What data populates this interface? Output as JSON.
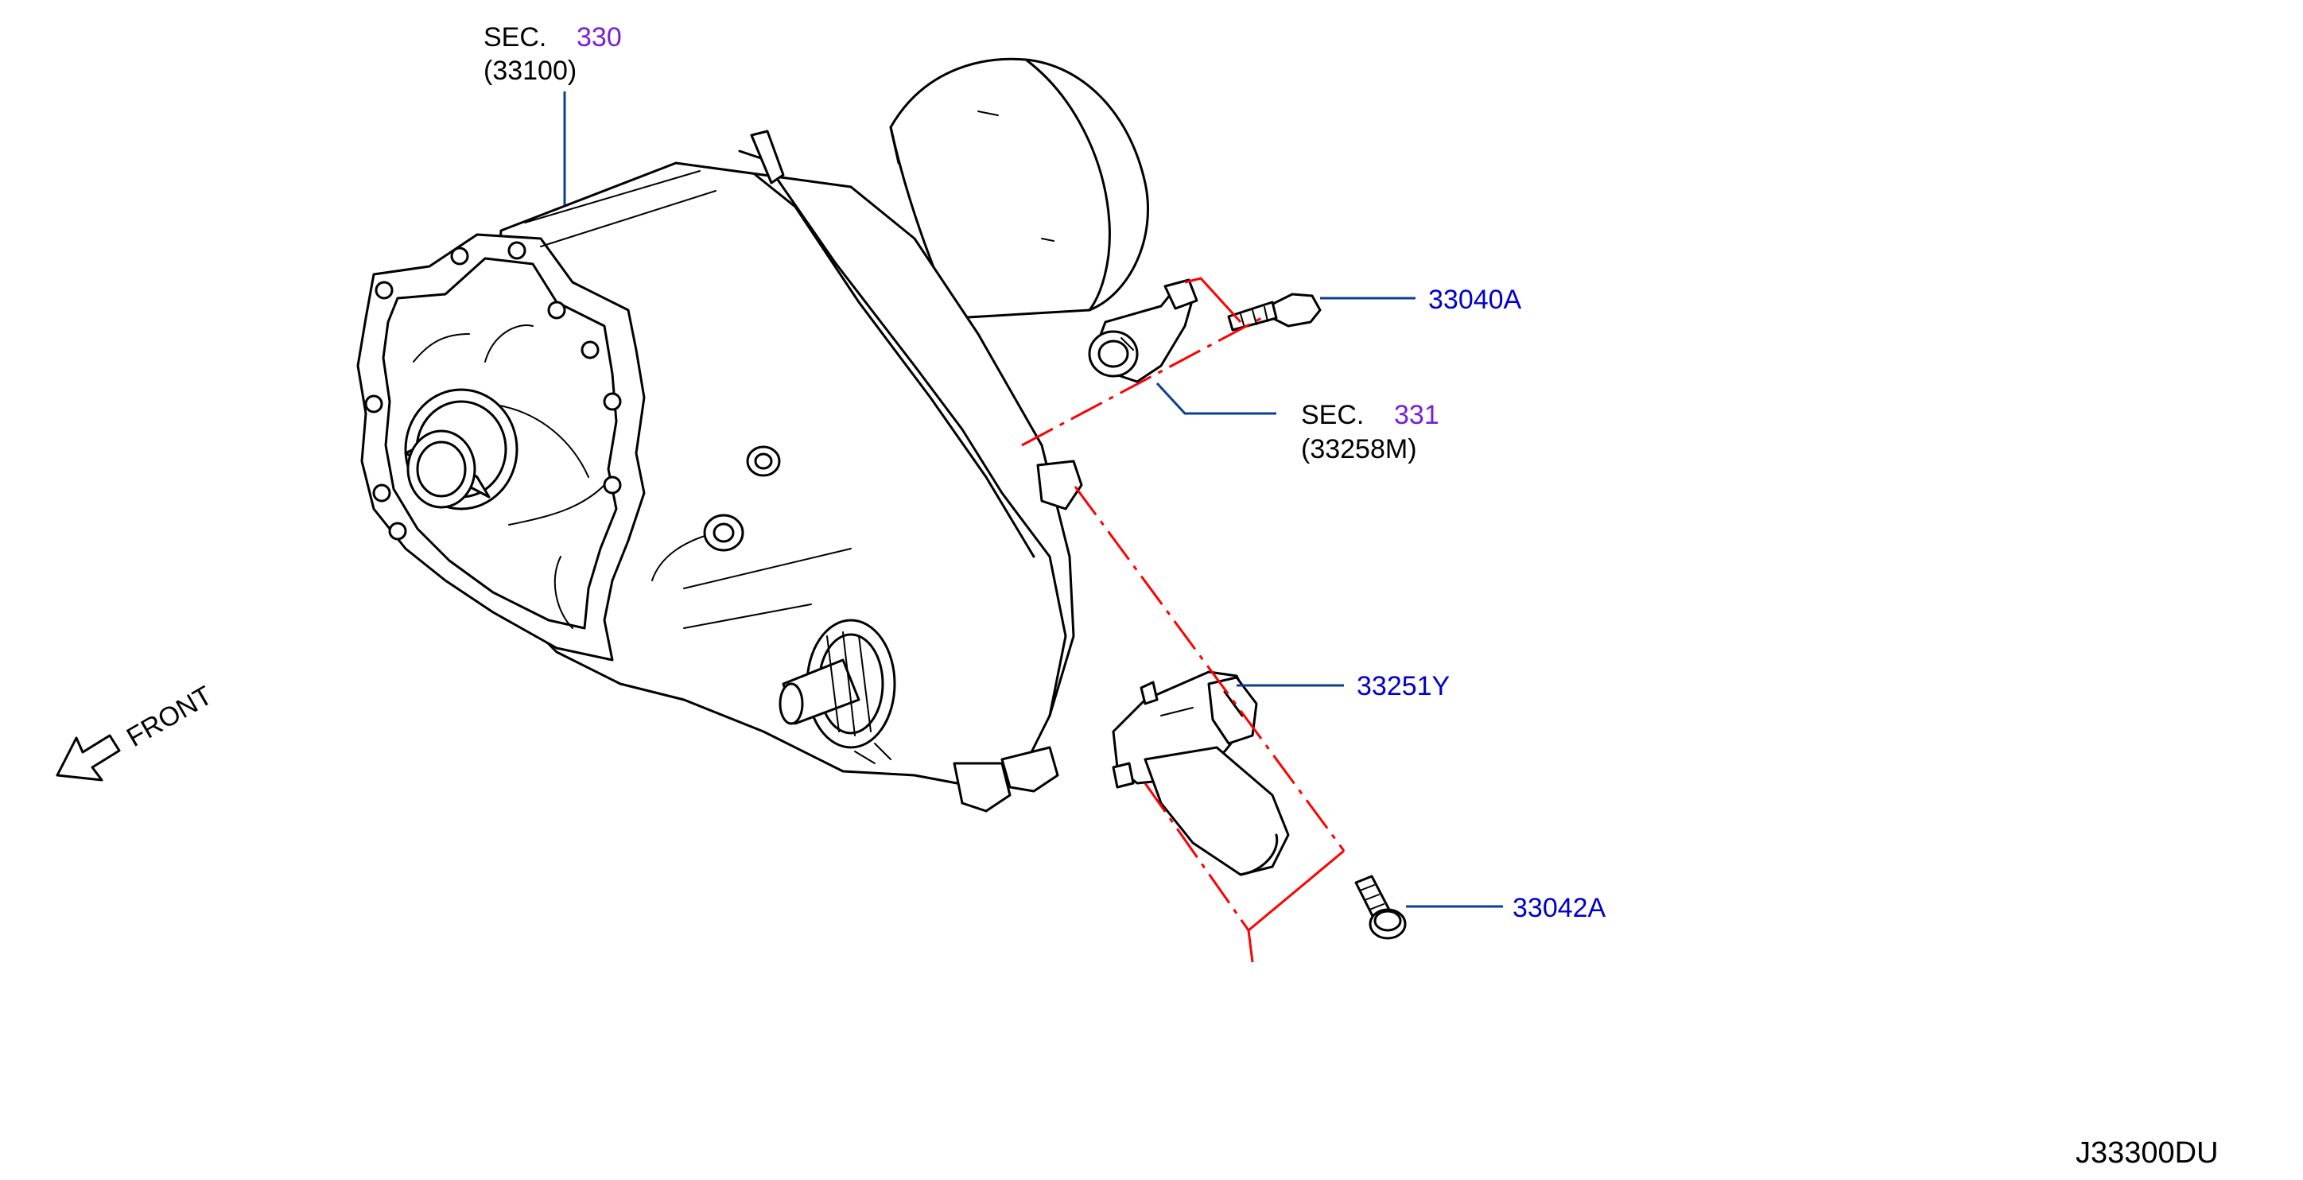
{
  "diagram": {
    "sec330": {
      "prefix": "SEC.",
      "number": "330",
      "part": "(33100)"
    },
    "sec331": {
      "prefix": "SEC.",
      "number": "331",
      "part": "(33258M)"
    },
    "callouts": {
      "bolt_upper": "33040A",
      "actuator": "33251Y",
      "bolt_lower": "33042A"
    },
    "direction": "FRONT",
    "figure_id": "J33300DU"
  },
  "colors": {
    "part_number": "#0000cc",
    "section_number": "#7a1fd6",
    "leader_line": "#0b3f8f",
    "install_line": "#ff0000",
    "drawing": "#000000"
  }
}
